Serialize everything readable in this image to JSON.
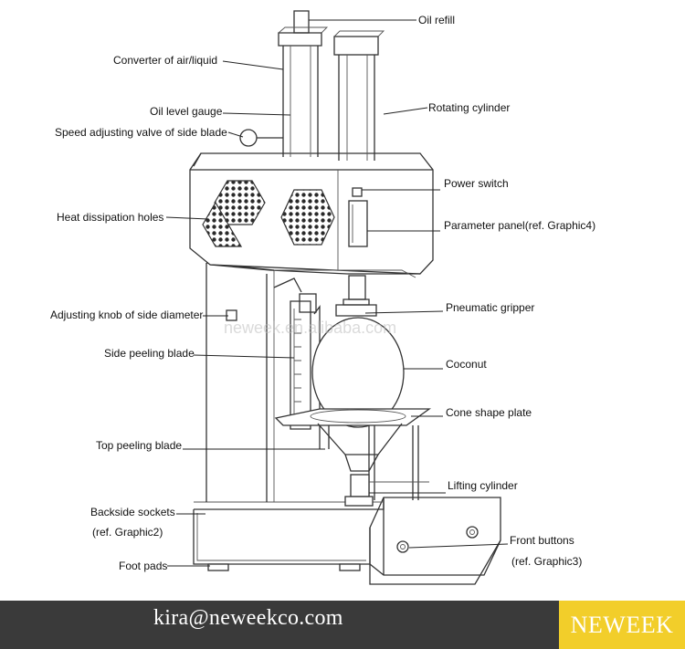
{
  "labels": {
    "oil_refill": "Oil refill",
    "converter": "Converter of air/liquid",
    "oil_level_gauge": "Oil level gauge",
    "speed_valve": "Speed adjusting valve of side blade",
    "heat_holes": "Heat dissipation holes",
    "adjusting_knob": "Adjusting knob of side diameter",
    "side_blade": "Side peeling blade",
    "top_blade": "Top peeling blade",
    "backside_sockets": "Backside sockets",
    "backside_ref": "(ref. Graphic2)",
    "foot_pads": "Foot pads",
    "rotating_cylinder": "Rotating cylinder",
    "power_switch": "Power switch",
    "parameter_panel": "Parameter panel(ref. Graphic4)",
    "pneumatic_gripper": "Pneumatic gripper",
    "coconut": "Coconut",
    "cone_plate": "Cone shape plate",
    "lifting_cylinder": "Lifting cylinder",
    "front_buttons": "Front buttons",
    "front_ref": "(ref. Graphic3)"
  },
  "watermark": "neweek.en.alibaba.com",
  "footer": {
    "email": "kira@neweekco.com",
    "brand": "NEWEEK"
  }
}
